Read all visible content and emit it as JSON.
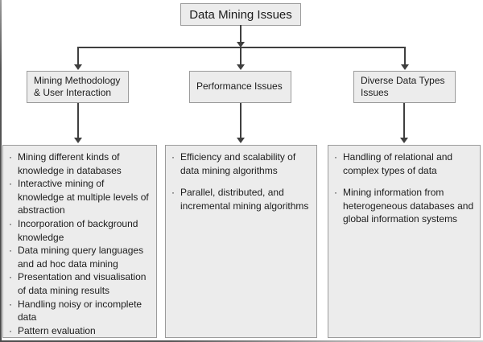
{
  "diagram": {
    "title": "Data Mining Issues",
    "root": {
      "label": "Data Mining Issues"
    },
    "branches": [
      {
        "label": "Mining Methodology\n& User Interaction",
        "items": [
          "Mining different kinds of\nknowledge in databases",
          "Interactive mining of\nknowledge at multiple levels of\nabstraction",
          "Incorporation of background\nknowledge",
          "Data mining query languages\nand ad hoc data mining",
          "Presentation and visualisation\nof data mining results",
          "Handling noisy or incomplete\ndata",
          "Pattern evaluation"
        ]
      },
      {
        "label": "Performance Issues",
        "items": [
          "Efficiency and scalability of\ndata mining algorithms",
          "Parallel, distributed, and\nincremental mining algorithms"
        ]
      },
      {
        "label": "Diverse Data Types\nIssues",
        "items": [
          "Handling of relational and\ncomplex types of data",
          "Mining information from\nheterogeneous databases and\nglobal information systems"
        ]
      }
    ]
  },
  "colors": {
    "background": "#ffffff",
    "box_fill": "#ececec",
    "box_border": "#9b9b9b",
    "connector": "#3f3f3f",
    "text": "#1c1c1c"
  }
}
